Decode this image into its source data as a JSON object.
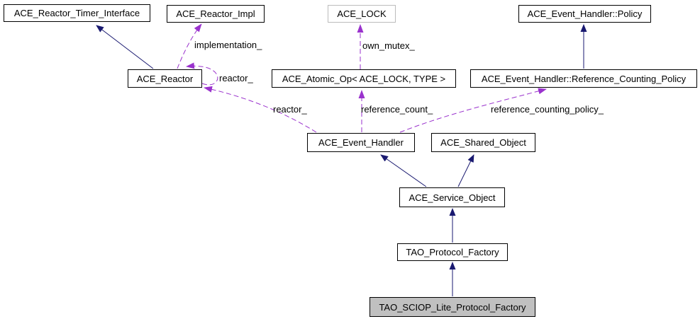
{
  "diagram": {
    "type": "doxygen-collaboration-diagram",
    "colors": {
      "inheritance_edge": "#191970",
      "usage_edge": "#9a32cd",
      "node_border": "#000000",
      "undocumented_node_border": "#bcbcbc",
      "current_node_fill": "#c0c0c0",
      "background": "#ffffff"
    },
    "nodes": {
      "reactor_timer_interface": {
        "label": "ACE_Reactor_Timer_Interface"
      },
      "reactor_impl": {
        "label": "ACE_Reactor_Impl"
      },
      "ace_lock": {
        "label": "ACE_LOCK"
      },
      "policy": {
        "label": "ACE_Event_Handler::Policy"
      },
      "reactor": {
        "label": "ACE_Reactor"
      },
      "atomic_op": {
        "label": "ACE_Atomic_Op< ACE_LOCK, TYPE >"
      },
      "reference_counting_policy": {
        "label": "ACE_Event_Handler::Reference_Counting_Policy"
      },
      "event_handler": {
        "label": "ACE_Event_Handler"
      },
      "shared_object": {
        "label": "ACE_Shared_Object"
      },
      "service_object": {
        "label": "ACE_Service_Object"
      },
      "protocol_factory": {
        "label": "TAO_Protocol_Factory"
      },
      "sciop_lite_protocol_factory": {
        "label": "TAO_SCIOP_Lite_Protocol_Factory"
      }
    },
    "edges": {
      "implementation": {
        "label": "implementation_"
      },
      "own_mutex": {
        "label": "own_mutex_"
      },
      "reactor_self": {
        "label": "reactor_"
      },
      "reactor": {
        "label": "reactor_"
      },
      "reference_count": {
        "label": "reference_count_"
      },
      "reference_counting_policy": {
        "label": "reference_counting_policy_"
      }
    }
  }
}
